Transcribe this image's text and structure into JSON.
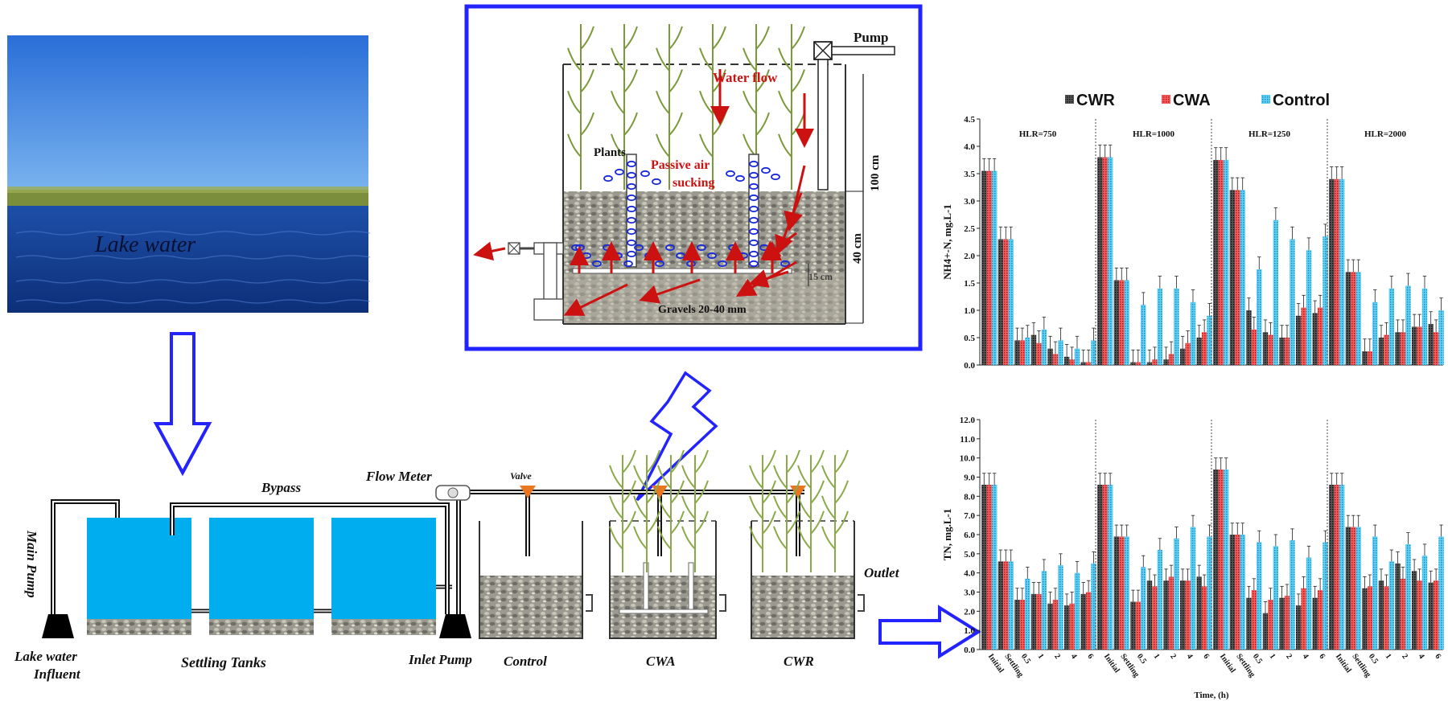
{
  "colors": {
    "tank_blue": "#00aeef",
    "arrow_blue": "#2323ff",
    "flow_red": "#cc1111",
    "valve_orange": "#e87722",
    "cwr_black": "#222222",
    "cwa_red": "#e02020",
    "control_cyan": "#29b6e6",
    "bubble_blue": "#1a2ad8"
  },
  "lake_photo": {
    "label": "Lake water"
  },
  "detail": {
    "pump": "Pump",
    "water_flow": "Water flow",
    "plants": "Plants",
    "passive_air": "Passive air",
    "passive_air2": "sucking",
    "gravels": "Gravels 20-40 mm",
    "dim_total": "100 cm",
    "dim_bed": "40 cm",
    "dim_bottom": "15 cm"
  },
  "system": {
    "bypass": "Bypass",
    "flow_meter": "Flow Meter",
    "valve": "Valve",
    "main_pump": "Main Pump",
    "influent_1": "Lake water",
    "influent_2": "Influent",
    "settling": "Settling Tanks",
    "inlet_pump": "Inlet Pump",
    "control": "Control",
    "cwa": "CWA",
    "cwr": "CWR",
    "outlet": "Outlet"
  },
  "chart_data": [
    {
      "type": "bar",
      "ylabel": "NH4+-N, mg.L-1",
      "ylim": [
        0,
        4.5
      ],
      "yticks": [
        "0.0",
        "0.5",
        "1.0",
        "1.5",
        "2.0",
        "2.5",
        "3.0",
        "3.5",
        "4.0",
        "4.5"
      ],
      "legend": "top",
      "panels": [
        "HLR=750",
        "HLR=1000",
        "HLR=1250",
        "HLR=2000"
      ],
      "categories": [
        "Initial",
        "Settling",
        "0.5",
        "1",
        "2",
        "4",
        "6"
      ],
      "series": [
        {
          "name": "CWR",
          "values": [
            [
              3.55,
              2.3,
              0.45,
              0.55,
              0.3,
              0.15,
              0.05
            ],
            [
              3.8,
              1.55,
              0.05,
              0.05,
              0.1,
              0.3,
              0.5
            ],
            [
              3.75,
              3.2,
              1.0,
              0.6,
              0.5,
              0.9,
              0.95
            ],
            [
              3.4,
              1.7,
              0.25,
              0.5,
              0.6,
              0.7,
              0.75
            ]
          ]
        },
        {
          "name": "CWA",
          "values": [
            [
              3.55,
              2.3,
              0.45,
              0.4,
              0.2,
              0.1,
              0.05
            ],
            [
              3.8,
              1.55,
              0.05,
              0.1,
              0.2,
              0.4,
              0.6
            ],
            [
              3.75,
              3.2,
              0.65,
              0.55,
              0.5,
              1.05,
              1.05
            ],
            [
              3.4,
              1.7,
              0.25,
              0.55,
              0.6,
              0.7,
              0.6
            ]
          ]
        },
        {
          "name": "Control",
          "values": [
            [
              3.55,
              2.3,
              0.5,
              0.65,
              0.45,
              0.3,
              0.45
            ],
            [
              3.8,
              1.55,
              1.1,
              1.4,
              1.4,
              1.15,
              0.9
            ],
            [
              3.75,
              3.2,
              1.75,
              2.65,
              2.3,
              2.1,
              2.35
            ],
            [
              3.4,
              1.7,
              1.15,
              1.4,
              1.45,
              1.4,
              1.0
            ]
          ]
        }
      ]
    },
    {
      "type": "bar",
      "ylabel": "TN, mg.L-1",
      "xlabel": "Time, (h)",
      "ylim": [
        0,
        12
      ],
      "yticks": [
        "0.0",
        "1.0",
        "2.0",
        "3.0",
        "4.0",
        "5.0",
        "6.0",
        "7.0",
        "8.0",
        "9.0",
        "10.0",
        "11.0",
        "12.0"
      ],
      "panels": [
        "HLR=750",
        "HLR=1000",
        "HLR=1250",
        "HLR=2000"
      ],
      "categories": [
        "Initial",
        "Settling",
        "0.5",
        "1",
        "2",
        "4",
        "6"
      ],
      "series": [
        {
          "name": "CWR",
          "values": [
            [
              8.6,
              4.6,
              2.6,
              2.9,
              2.4,
              2.3,
              2.9
            ],
            [
              8.6,
              5.9,
              2.5,
              3.6,
              3.6,
              3.6,
              3.8
            ],
            [
              9.4,
              6.0,
              2.7,
              1.9,
              2.7,
              2.3,
              2.7
            ],
            [
              8.6,
              6.4,
              3.2,
              3.6,
              4.5,
              4.1,
              3.5
            ]
          ]
        },
        {
          "name": "CWA",
          "values": [
            [
              8.6,
              4.6,
              2.6,
              2.9,
              2.6,
              2.4,
              3.0
            ],
            [
              8.6,
              5.9,
              2.5,
              3.3,
              3.8,
              3.6,
              3.3
            ],
            [
              9.4,
              6.0,
              3.1,
              2.6,
              2.8,
              3.2,
              3.1
            ],
            [
              8.6,
              6.4,
              3.3,
              3.3,
              3.7,
              3.6,
              3.6
            ]
          ]
        },
        {
          "name": "Control",
          "values": [
            [
              8.6,
              4.6,
              3.7,
              4.1,
              4.4,
              4.0,
              4.5
            ],
            [
              8.6,
              5.9,
              4.3,
              5.2,
              5.8,
              6.4,
              5.9
            ],
            [
              9.4,
              6.0,
              5.6,
              5.4,
              5.7,
              4.8,
              5.6
            ],
            [
              8.6,
              6.4,
              5.9,
              4.6,
              5.5,
              4.9,
              5.9
            ]
          ]
        }
      ]
    }
  ]
}
